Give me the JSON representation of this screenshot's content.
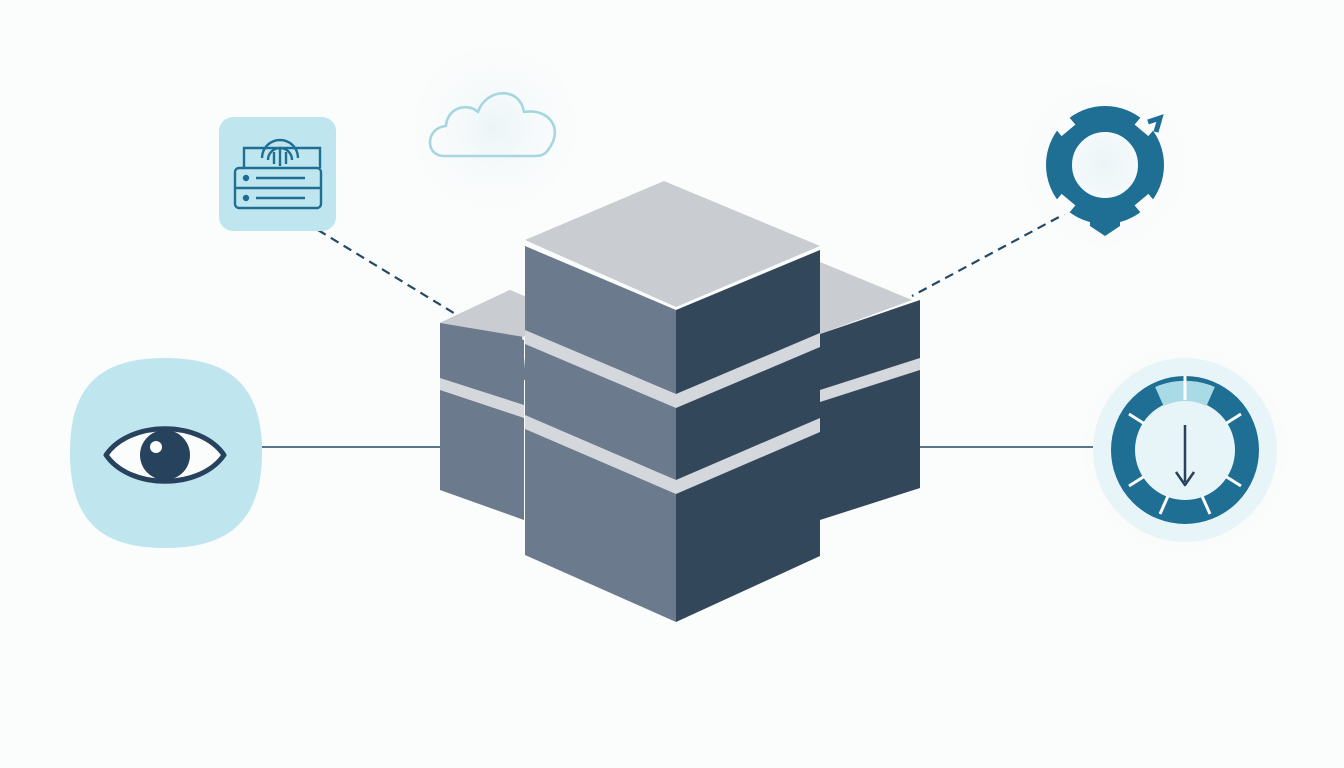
{
  "colors": {
    "background": "#fbfcfc",
    "block_top": "#c9cdd1",
    "block_left": "#6b7a8c",
    "block_right": "#33475b",
    "block_gap": "#d4d8dc",
    "icon_primary": "#1f6e94",
    "icon_dark": "#27425c",
    "tile_light": "#bfe6ee",
    "tile_mid": "#a9dbe6",
    "cloud_stroke": "#a6d6df",
    "connector": "#244a66"
  },
  "diagram": {
    "center": {
      "name": "server-cube-stack",
      "icon": "stacked-storage-cubes-icon"
    },
    "nodes": [
      {
        "name": "access-control-node",
        "icon": "server-with-signal-icon",
        "connector": "dashed"
      },
      {
        "name": "cloud-node",
        "icon": "cloud-icon",
        "connector": "none"
      },
      {
        "name": "monitoring-node",
        "icon": "eye-icon",
        "connector": "solid"
      },
      {
        "name": "support-node",
        "icon": "lifebuoy-icon",
        "connector": "dashed"
      },
      {
        "name": "backup-node",
        "icon": "download-dial-icon",
        "connector": "solid"
      }
    ]
  }
}
